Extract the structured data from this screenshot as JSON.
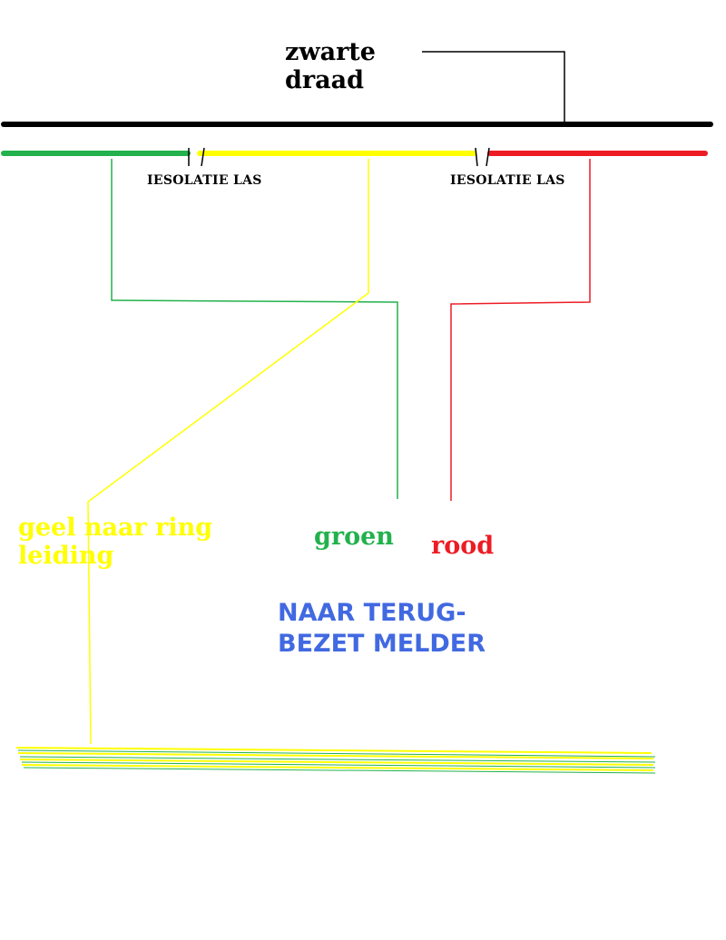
{
  "labels": {
    "black_wire": "zwarte draad",
    "insulation_joint_left": "IESOLATIE LAS",
    "insulation_joint_right": "IESOLATIE LAS",
    "yellow_lead": "geel naar ring leiding",
    "green_lead": "groen",
    "red_lead": "rood",
    "destination": "NAAR TERUG-BEZET MELDER"
  },
  "colors": {
    "black": "#000000",
    "green": "#22b14c",
    "yellow": "#ffff00",
    "red": "#ed1c24",
    "blue_text": "#4169e1",
    "background": "#ffffff"
  }
}
